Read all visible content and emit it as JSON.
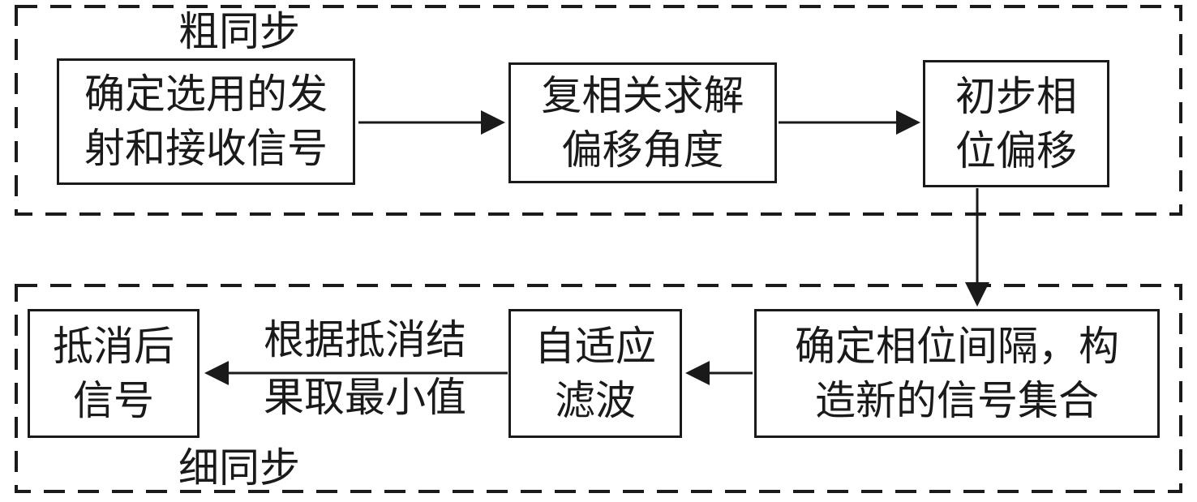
{
  "diagram": {
    "title": "signal-synchronization-flowchart",
    "colors": {
      "line": "#1a1a1a",
      "background": "#ffffff"
    },
    "sections": {
      "coarse": {
        "label": "粗同步"
      },
      "fine": {
        "label": "细同步"
      }
    },
    "nodes": {
      "determine_signals": {
        "line1": "确定选用的发",
        "line2": "射和接收信号"
      },
      "complex_correlation": {
        "line1": "复相关求解",
        "line2": "偏移角度"
      },
      "initial_phase": {
        "line1": "初步相",
        "line2": "位偏移"
      },
      "phase_interval": {
        "line1": "确定相位间隔，构",
        "line2": "造新的信号集合"
      },
      "adaptive_filter": {
        "line1": "自适应",
        "line2": "滤波"
      },
      "cancelled_signal": {
        "line1": "抵消后",
        "line2": "信号"
      }
    },
    "edge_labels": {
      "take_min": {
        "line1": "根据抵消结",
        "line2": "果取最小值"
      }
    },
    "flow": [
      "determine_signals -> complex_correlation",
      "complex_correlation -> initial_phase",
      "initial_phase -> phase_interval",
      "phase_interval -> adaptive_filter",
      "adaptive_filter -> cancelled_signal (label: take_min)"
    ]
  }
}
